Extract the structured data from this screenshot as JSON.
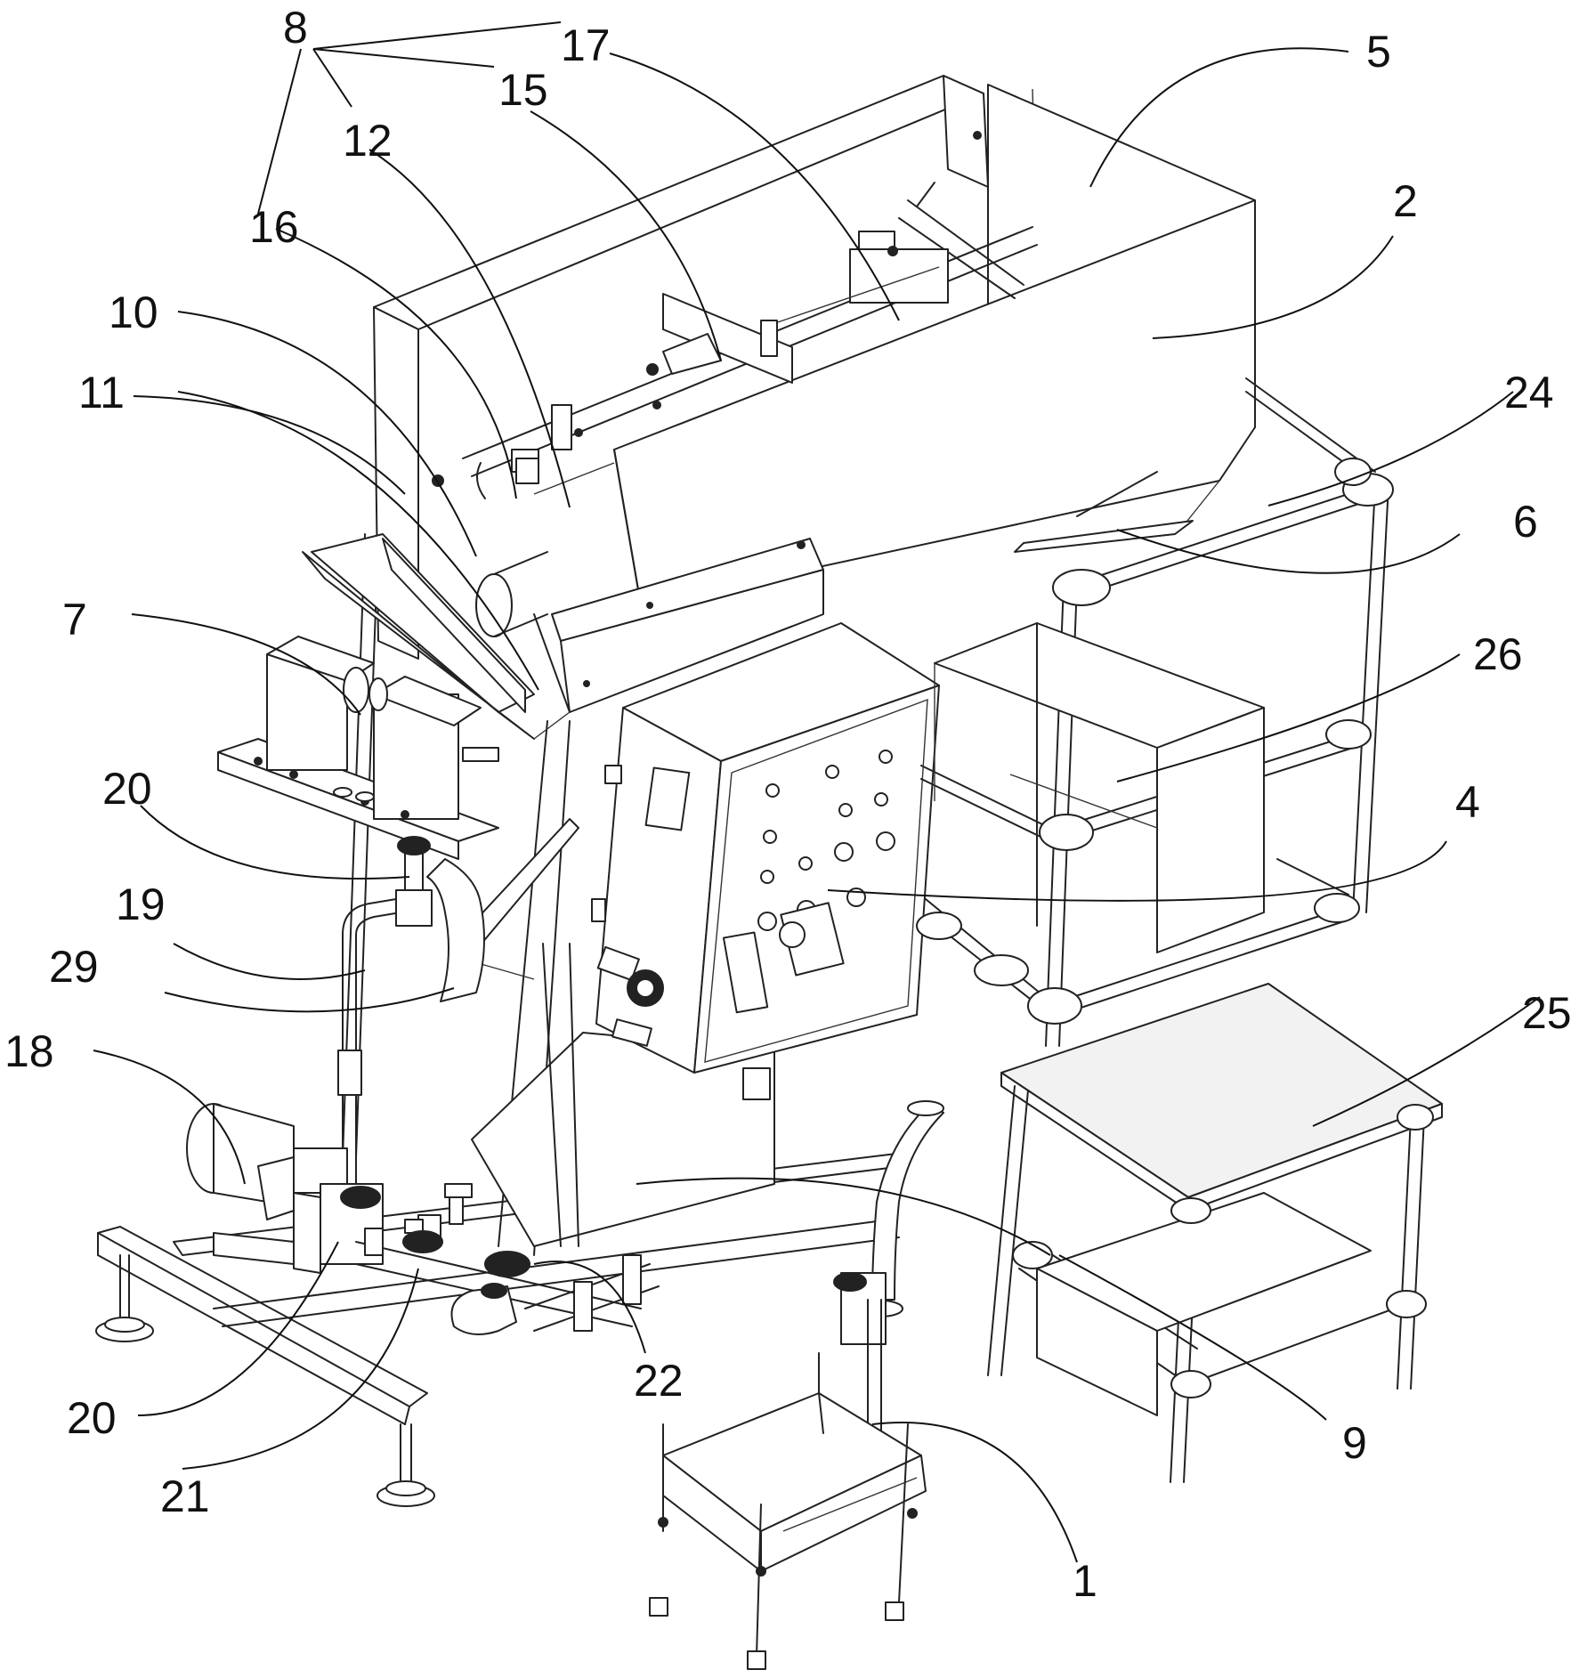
{
  "labels": {
    "l8": "8",
    "l17": "17",
    "l5": "5",
    "l15": "15",
    "l12": "12",
    "l2": "2",
    "l16": "16",
    "l10": "10",
    "l11": "11",
    "l24": "24",
    "l6": "6",
    "l7": "7",
    "l26": "26",
    "l20a": "20",
    "l4": "4",
    "l19": "19",
    "l29": "29",
    "l25": "25",
    "l18": "18",
    "l22": "22",
    "l20b": "20",
    "l9": "9",
    "l21": "21",
    "l1": "1"
  }
}
